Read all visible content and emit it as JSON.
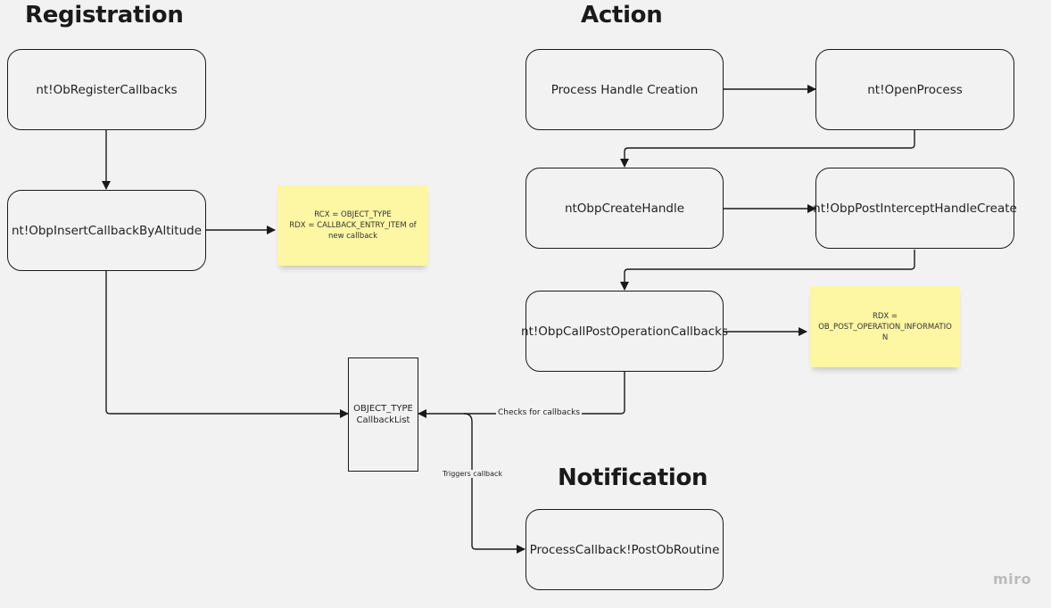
{
  "headings": {
    "registration": "Registration",
    "action": "Action",
    "notification": "Notification"
  },
  "nodes": {
    "ob_register_callbacks": "nt!ObRegisterCallbacks",
    "obp_insert_callback": "nt!ObpInsertCallbackByAltitude",
    "process_handle_creation": "Process Handle Creation",
    "open_process": "nt!OpenProcess",
    "obp_create_handle": "ntObpCreateHandle",
    "obp_post_intercept": "nt!ObpPostInterceptHandleCreate",
    "obp_call_post_op": "nt!ObpCallPostOperationCallbacks",
    "callback_list_line1": "OBJECT_TYPE",
    "callback_list_line2": "CallbackList",
    "post_ob_routine": "ProcessCallback!PostObRoutine"
  },
  "notes": {
    "registration_note": {
      "line1": "RCX = OBJECT_TYPE",
      "line2": "RDX = CALLBACK_ENTRY_ITEM of",
      "line3": "new callback"
    },
    "action_note": {
      "line1": "RDX =",
      "line2": "OB_POST_OPERATION_INFORMATIO",
      "line3": "N"
    }
  },
  "edge_labels": {
    "checks": "Checks for callbacks",
    "triggers": "Triggers callback"
  },
  "colors": {
    "background": "#f2f2f2",
    "stroke": "#1a1a1a",
    "sticky": "#fdf6a3"
  },
  "watermark": "miro"
}
